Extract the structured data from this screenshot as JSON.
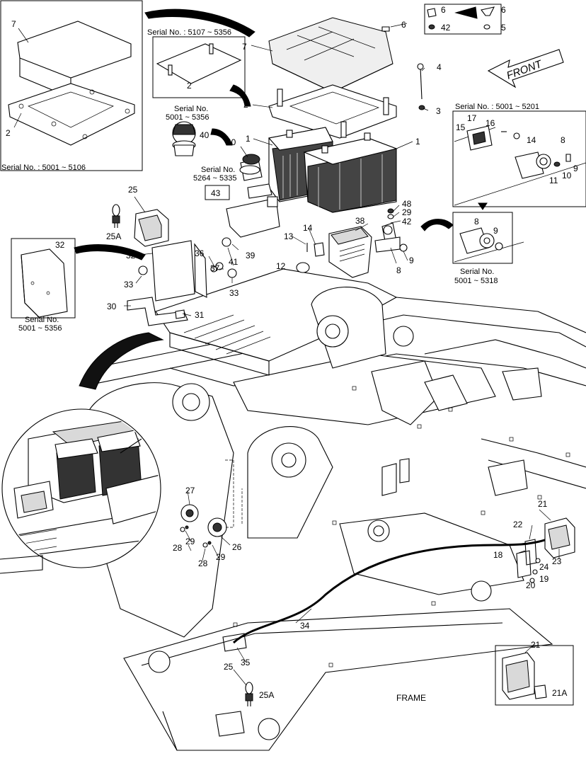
{
  "captions": {
    "serial_5107_5356": "Serial No. : 5107 ~ 5356",
    "serial_5001_5106": "Serial No. : 5001 ~ 5106",
    "serial_no": "Serial No.",
    "range_5001_5356": "5001 ~ 5356",
    "range_5264_5335": "5264 ~ 5335",
    "serial_5001_5201": "Serial No. : 5001 ~ 5201",
    "range_5001_5318": "5001 ~ 5318",
    "front": "FRONT",
    "frame": "FRAME"
  },
  "callouts": {
    "c1": "1",
    "c2": "2",
    "c3": "3",
    "c4": "4",
    "c5": "5",
    "c6": "6",
    "c7": "7",
    "c8": "8",
    "c9": "9",
    "c10": "10",
    "c11": "11",
    "c12": "12",
    "c13": "13",
    "c14": "14",
    "c15": "15",
    "c16": "16",
    "c17": "17",
    "c18": "18",
    "c19": "19",
    "c20": "20",
    "c21": "21",
    "c21a": "21A",
    "c22": "22",
    "c23": "23",
    "c24": "24",
    "c25": "25",
    "c25a": "25A",
    "c26": "26",
    "c27": "27",
    "c28": "28",
    "c29": "29",
    "c30": "30",
    "c31": "31",
    "c32": "32",
    "c33": "33",
    "c34": "34",
    "c35": "35",
    "c36": "36",
    "c37": "37",
    "c38": "38",
    "c39": "39",
    "c40": "40",
    "c41": "41",
    "c42": "42",
    "c43": "43",
    "c48": "48"
  }
}
